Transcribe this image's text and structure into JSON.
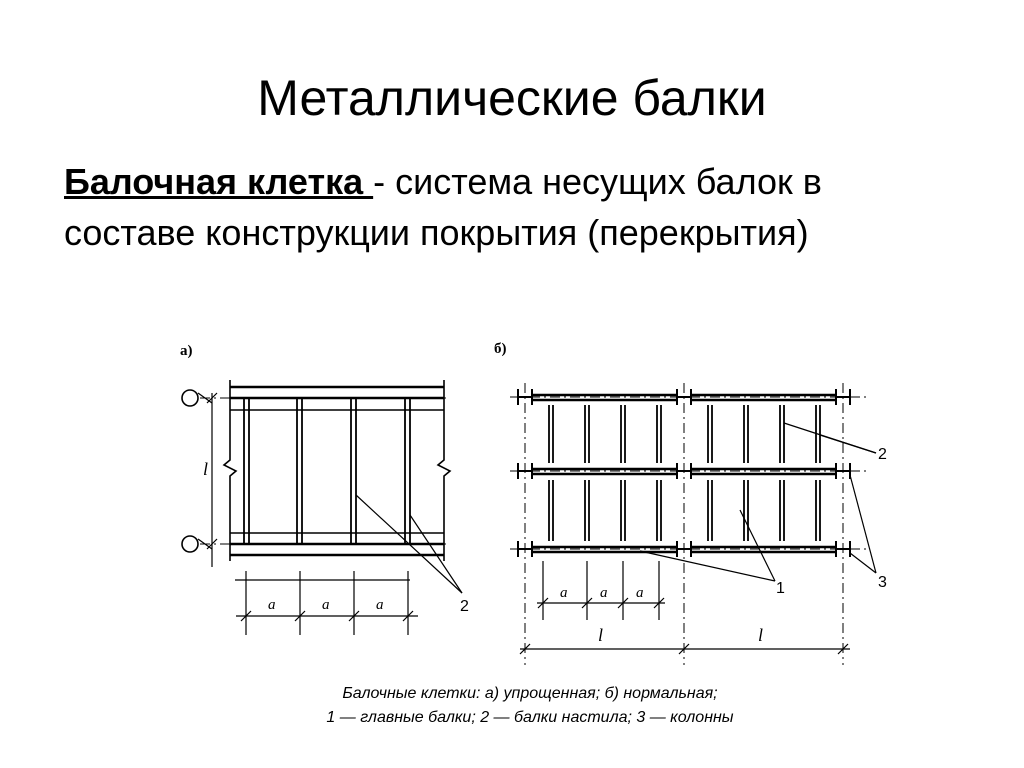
{
  "slide": {
    "title": "Металлические балки",
    "definition": {
      "term": "Балочная клетка ",
      "dash": "- ",
      "text": "система несущих балок в составе конструкции покрытия (перекрытия)"
    }
  },
  "figure": {
    "panel_a": {
      "label": "а)",
      "span_label": "l",
      "spacing_label": "a",
      "callout": "2"
    },
    "panel_b": {
      "label": "б)",
      "span_label": "l",
      "spacing_label": "a",
      "callouts": [
        "1",
        "2",
        "3"
      ]
    },
    "caption_line1": "Балочные клетки: а) упрощенная; б) нормальная;",
    "caption_line2": "1 — главные балки; 2 — балки настила; 3 — колонны"
  }
}
